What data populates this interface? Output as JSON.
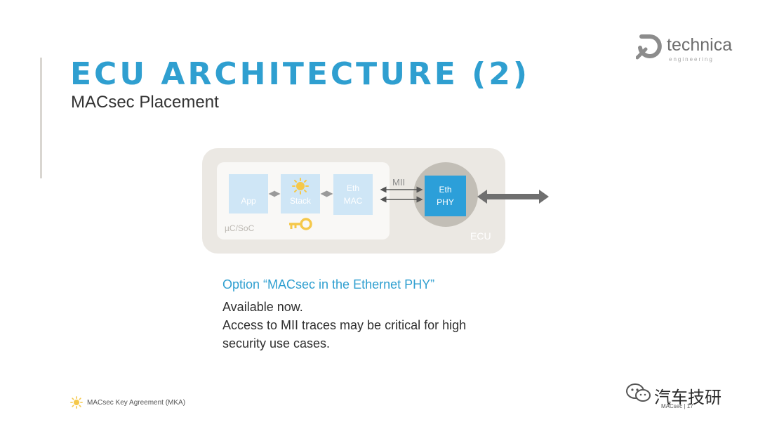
{
  "slide": {
    "title": "ECU ARCHITECTURE (2)",
    "subtitle": "MACsec Placement"
  },
  "logo": {
    "name": "technica",
    "tagline": "engineering"
  },
  "diagram": {
    "blocks": {
      "app": "App",
      "stack": "Stack",
      "eth_mac_line1": "Eth",
      "eth_mac_line2": "MAC",
      "eth_phy_line1": "Eth",
      "eth_phy_line2": "PHY"
    },
    "soc_label": "µC/SoC",
    "ecu_label": "ECU",
    "mii_label": "MII",
    "colors": {
      "accent_blue": "#2f9fd0",
      "phy_blue": "#2c9fd9",
      "light_block": "#cfe6f6",
      "ecu_bg": "#ebe8e3",
      "key_yellow": "#f5c84a"
    },
    "icons": [
      "sun-icon",
      "key-icon"
    ]
  },
  "content": {
    "option": "Option “MACsec in the Ethernet PHY”",
    "lines": [
      "Available now.",
      "Access to MII traces may be critical for high security use cases."
    ]
  },
  "footer": {
    "footnote": "MACsec Key Agreement (MKA)",
    "watermark": "汽车技研",
    "page_label": "MACsec  |  17"
  }
}
